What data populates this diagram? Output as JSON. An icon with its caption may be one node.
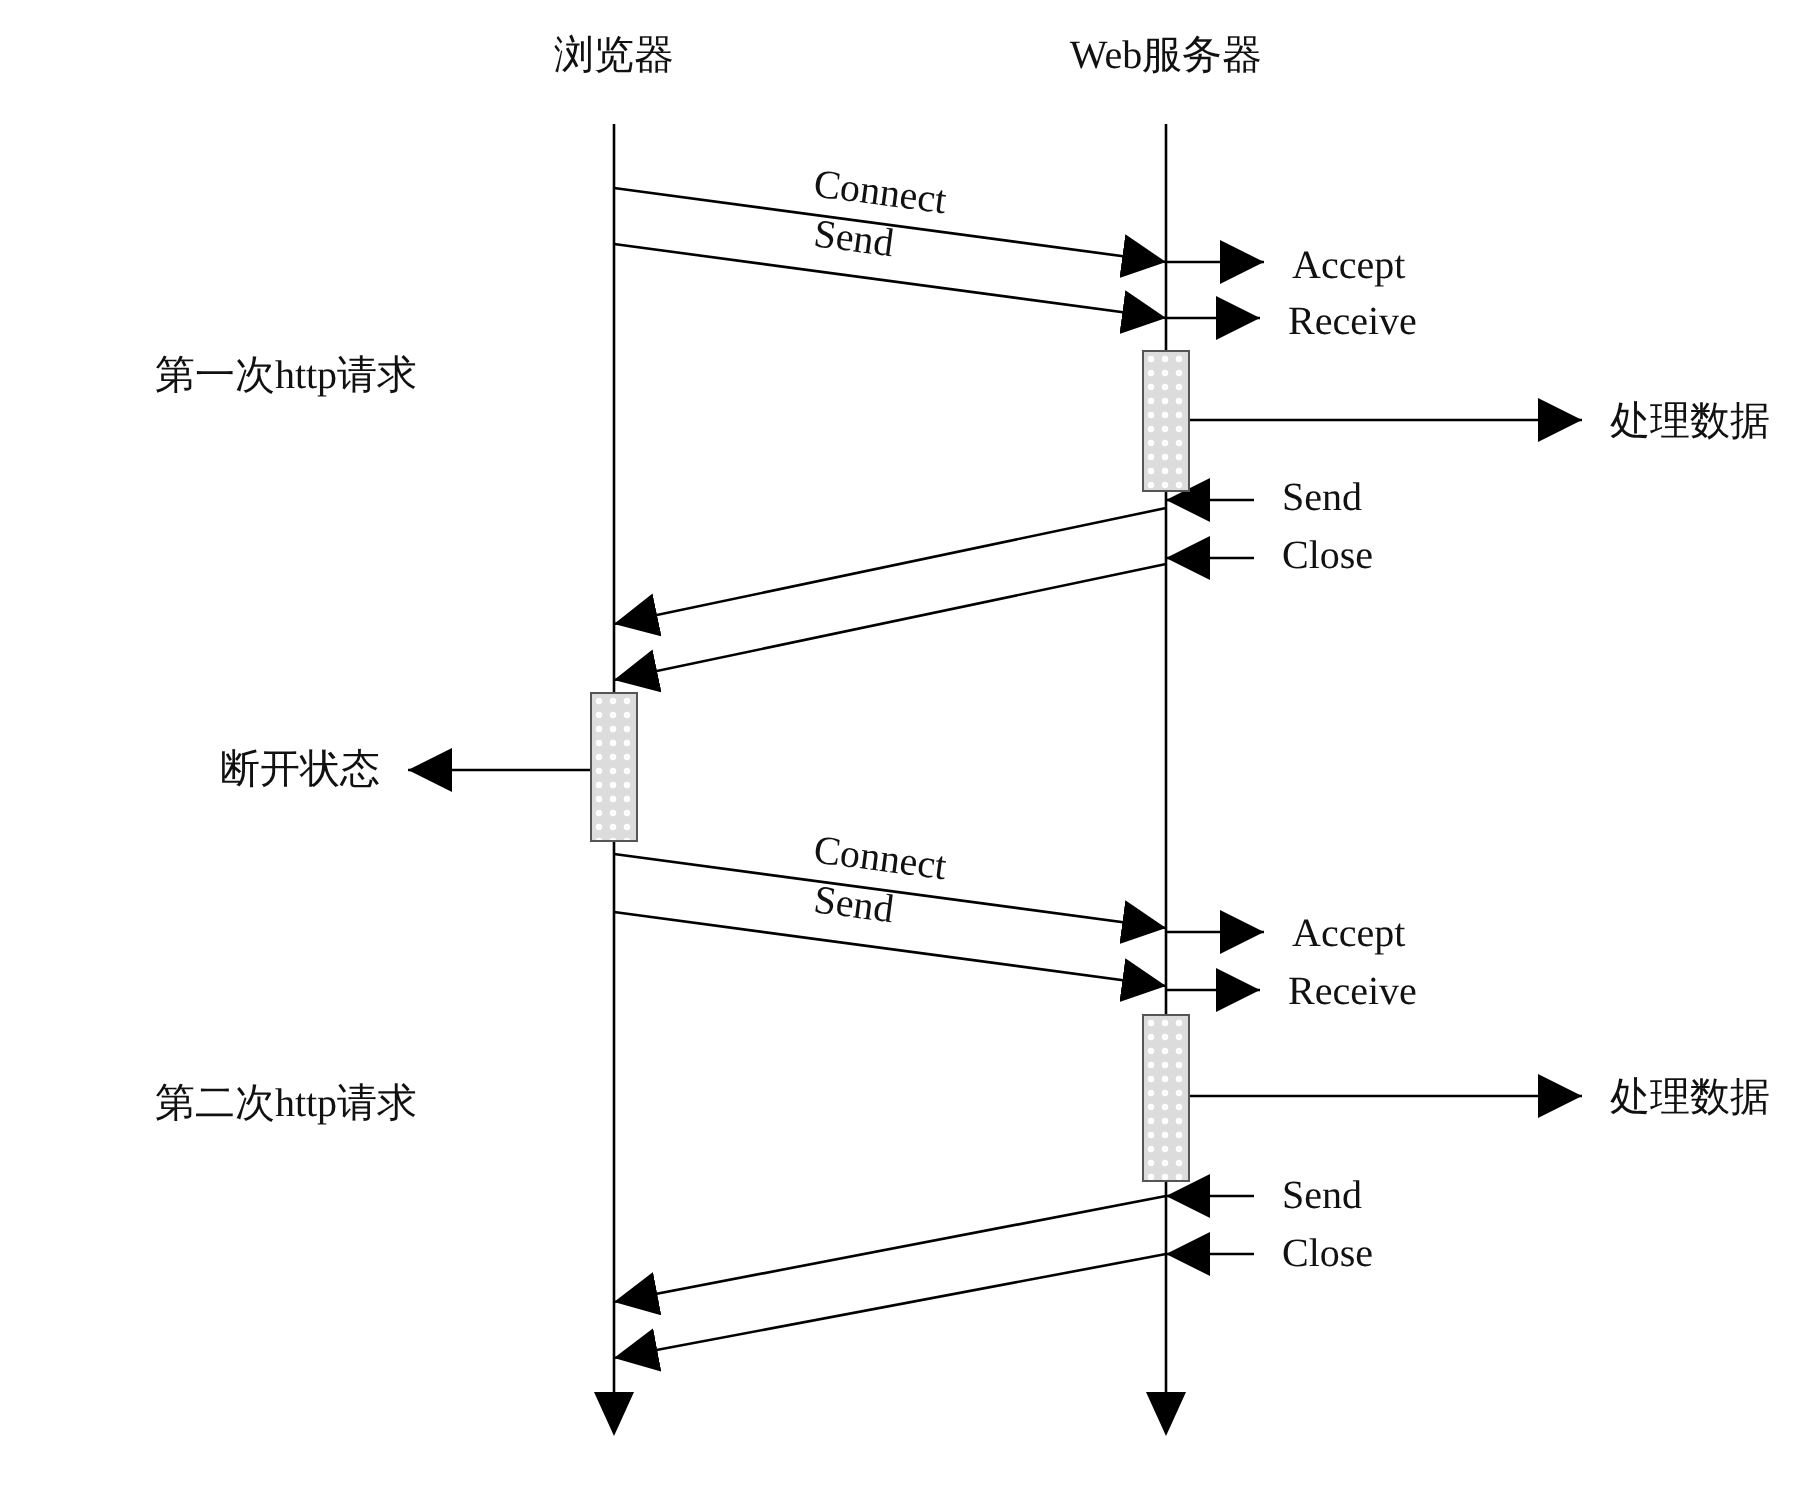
{
  "diagram": {
    "nodes": [
      {
        "text": [
          "浏览器"
        ]
      },
      {
        "text": [
          "Web服务器"
        ]
      },
      {
        "text": [],
        "shape": "line"
      },
      {
        "text": [],
        "shape": "line"
      },
      {
        "text": [
          "Accept"
        ]
      },
      {
        "text": [
          "Receive"
        ]
      },
      {
        "text": [],
        "shape": "bar"
      },
      {
        "text": [
          "处理数据"
        ]
      },
      {
        "text": [
          "Send"
        ]
      },
      {
        "text": [
          "Close"
        ]
      },
      {
        "text": [],
        "shape": "bar"
      },
      {
        "text": [
          "断开状态"
        ]
      },
      {
        "text": [
          "Accept"
        ]
      },
      {
        "text": [
          "Receive"
        ]
      },
      {
        "text": [],
        "shape": "bar"
      },
      {
        "text": [
          "处理数据"
        ]
      },
      {
        "text": [
          "Send"
        ]
      },
      {
        "text": [
          "Close"
        ]
      }
    ],
    "edges": [
      {
        "from": 2,
        "to": 3,
        "arrow": "to",
        "label": "Connect"
      },
      {
        "from": 2,
        "to": 3,
        "arrow": "to",
        "label": "Send"
      },
      {
        "from": 3,
        "to": 4,
        "arrow": "to"
      },
      {
        "from": 3,
        "to": 5,
        "arrow": "to"
      },
      {
        "from": 6,
        "to": 7,
        "arrow": "to"
      },
      {
        "from": 8,
        "to": 3,
        "arrow": "to"
      },
      {
        "from": 9,
        "to": 3,
        "arrow": "to"
      },
      {
        "from": 3,
        "to": 2,
        "arrow": "to"
      },
      {
        "from": 3,
        "to": 2,
        "arrow": "to"
      },
      {
        "from": 10,
        "to": 11,
        "arrow": "to"
      },
      {
        "from": 2,
        "to": 3,
        "arrow": "to",
        "label": "Connect"
      },
      {
        "from": 2,
        "to": 3,
        "arrow": "to",
        "label": "Send"
      },
      {
        "from": 3,
        "to": 12,
        "arrow": "to"
      },
      {
        "from": 3,
        "to": 13,
        "arrow": "to"
      },
      {
        "from": 14,
        "to": 15,
        "arrow": "to"
      },
      {
        "from": 16,
        "to": 3,
        "arrow": "to"
      },
      {
        "from": 17,
        "to": 3,
        "arrow": "to"
      },
      {
        "from": 3,
        "to": 2,
        "arrow": "to"
      },
      {
        "from": 3,
        "to": 2,
        "arrow": "to"
      }
    ],
    "labels": [
      "第一次http请求",
      "第二次http请求"
    ]
  }
}
